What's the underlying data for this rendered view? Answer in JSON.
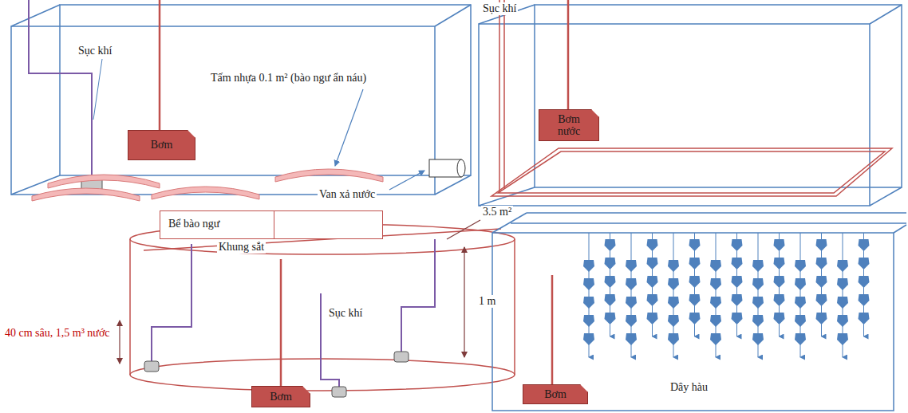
{
  "diagram": {
    "nodes": [
      {
        "text": [
          "Bơm"
        ]
      },
      {
        "text": [
          "Bơm nước"
        ]
      },
      {
        "text": [
          "Bể bào ngư"
        ]
      },
      {
        "text": [
          "Bơm"
        ]
      },
      {
        "text": [
          "Bơm"
        ]
      }
    ],
    "labels": [
      "Sục khí",
      "Tấm nhựa 0.1 m² (bào ngư ẩn náu)",
      "Van xả nước",
      "Sục khí",
      "Khung sắt",
      "3.5 m²",
      "1 m",
      "Sục khí",
      "40 cm sâu, 1,5 m³ nước",
      "Dây hàu"
    ]
  }
}
